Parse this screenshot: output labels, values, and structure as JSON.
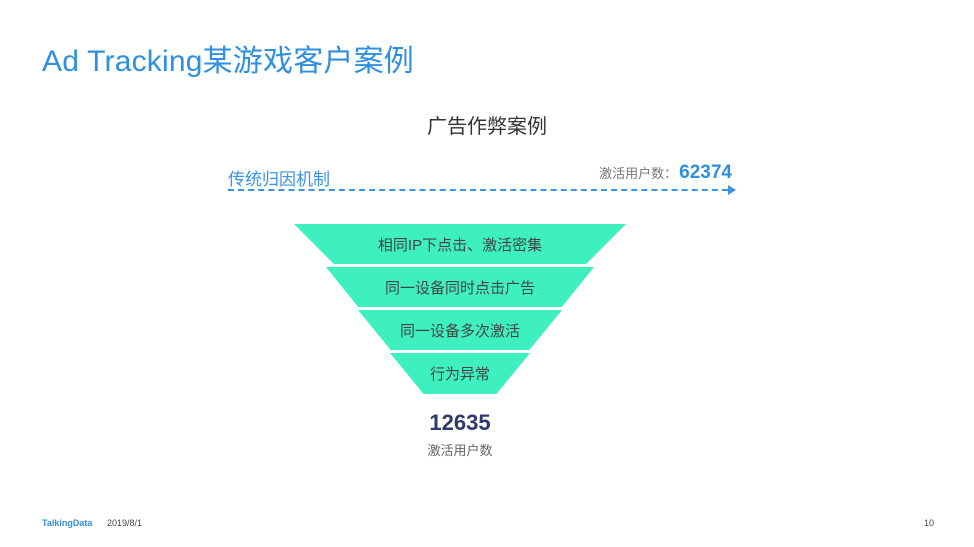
{
  "page_title": "Ad Tracking某游戏客户案例",
  "subtitle": "广告作弊案例",
  "legacy": {
    "label": "传统归因机制",
    "activation_label": "激活用户数：",
    "activation_value": "62374"
  },
  "funnel": {
    "layers": [
      {
        "label": "相同IP下点击、激活密集"
      },
      {
        "label": "同一设备同时点击广告"
      },
      {
        "label": "同一设备多次激活"
      },
      {
        "label": "行为异常"
      }
    ],
    "fill_color": "#3ef0bf"
  },
  "result": {
    "value": "12635",
    "label": "激活用户数"
  },
  "footer": {
    "brand": "TalkingData",
    "date": "2019/8/1",
    "page_number": "10"
  },
  "colors": {
    "accent": "#2f8fe0",
    "result": "#2e3a6e"
  }
}
